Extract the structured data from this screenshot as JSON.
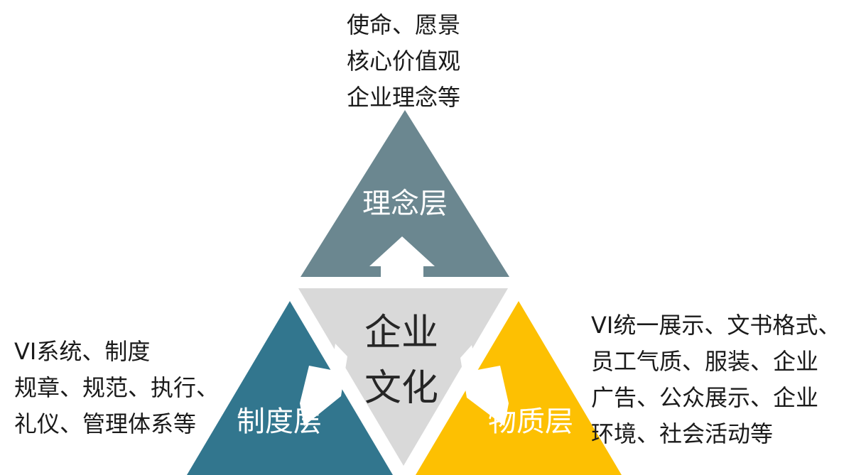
{
  "diagram": {
    "center": {
      "line1": "企业",
      "line2": "文化",
      "fill": "#d9d9d9"
    },
    "layers": {
      "top": {
        "label": "理念层",
        "fill": "#6b8790"
      },
      "left": {
        "label": "制度层",
        "fill": "#32768e"
      },
      "right": {
        "label": "物质层",
        "fill": "#fdc002"
      }
    },
    "notes": {
      "top": [
        "使命、愿景",
        "核心价值观",
        "企业理念等"
      ],
      "left": [
        "VI系统、制度",
        "规章、规范、执行、",
        "礼仪、管理体系等"
      ],
      "right": [
        "VI统一展示、文书格式、",
        "员工气质、服装、企业",
        "广告、公众展示、企业",
        "环境、社会活动等"
      ]
    }
  }
}
